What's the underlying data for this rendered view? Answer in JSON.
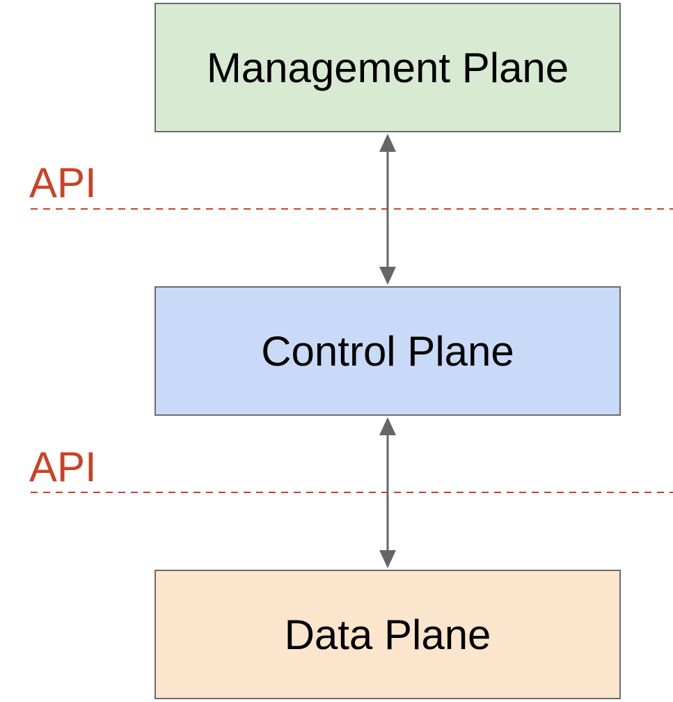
{
  "colors": {
    "management_fill": "#d9ead3",
    "control_fill": "#c9daf8",
    "data_fill": "#fce5cd",
    "border": "#6b6b6b",
    "api": "#cc4125",
    "arrow": "#666666"
  },
  "boxes": {
    "management": {
      "label": "Management Plane"
    },
    "control": {
      "label": "Control Plane"
    },
    "data": {
      "label": "Data Plane"
    }
  },
  "api_boundaries": [
    {
      "label": "API"
    },
    {
      "label": "API"
    }
  ]
}
